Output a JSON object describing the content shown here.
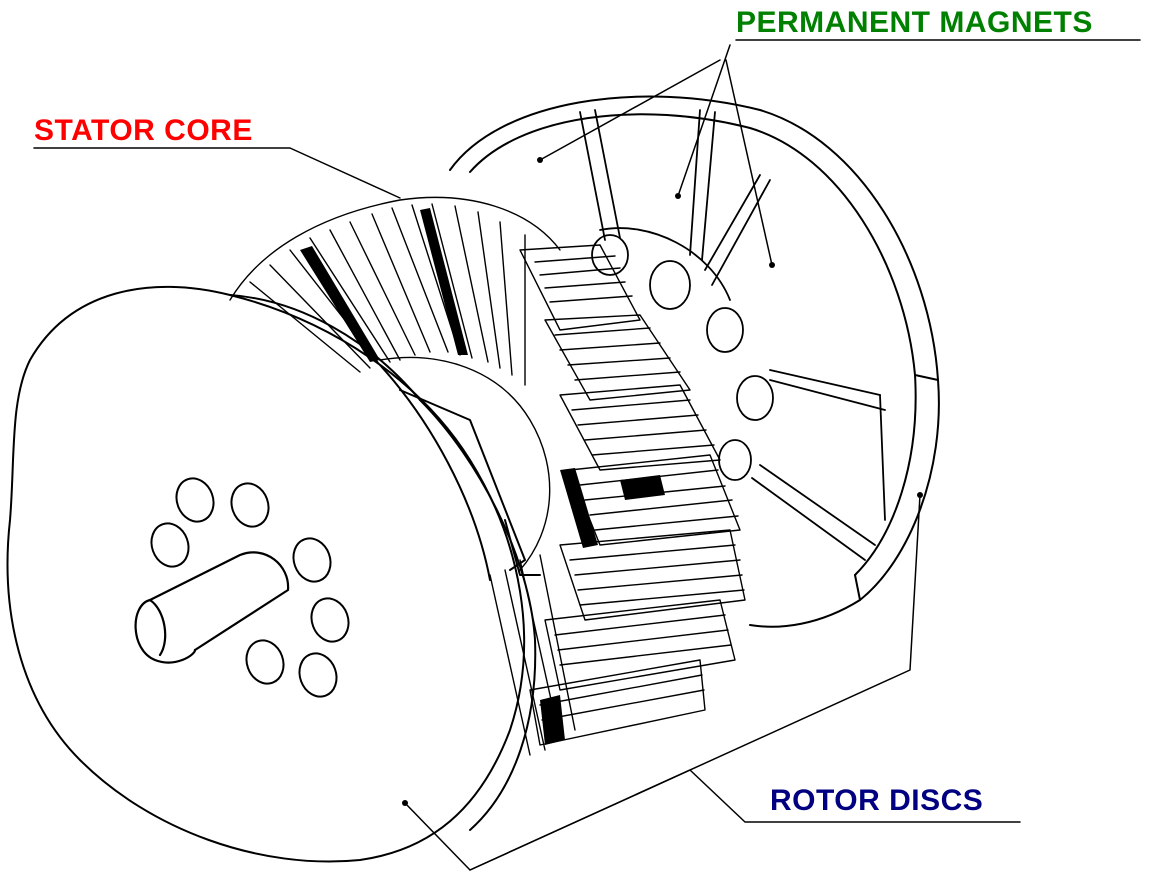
{
  "labels": {
    "stator_core": "STATOR CORE",
    "permanent_magnets": "PERMANENT MAGNETS",
    "rotor_discs": "ROTOR DISCS"
  },
  "colors": {
    "stator_core": "#ff0000",
    "permanent_magnets": "#008000",
    "rotor_discs": "#000080",
    "line_art": "#000000",
    "background": "#ffffff"
  }
}
